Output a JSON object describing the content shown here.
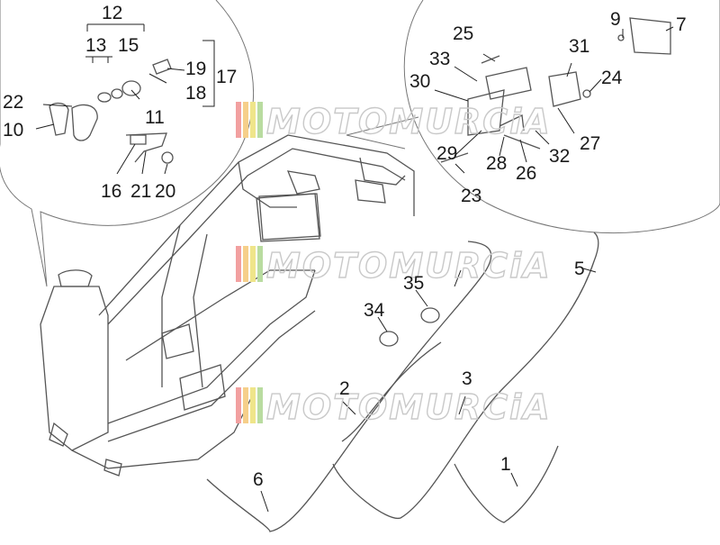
{
  "callouts": {
    "n1": "1",
    "n2": "2",
    "n3": "3",
    "n5": "5",
    "n6": "6",
    "n7": "7",
    "n9": "9",
    "n10": "10",
    "n11": "11",
    "n12": "12",
    "n13": "13",
    "n15": "15",
    "n16": "16",
    "n17": "17",
    "n18": "18",
    "n19": "19",
    "n20": "20",
    "n21": "21",
    "n22": "22",
    "n23": "23",
    "n24": "24",
    "n25": "25",
    "n26": "26",
    "n27": "27",
    "n28": "28",
    "n29": "29",
    "n30": "30",
    "n31": "31",
    "n32": "32",
    "n33": "33",
    "n34": "34",
    "n35": "35"
  },
  "watermark": {
    "text": "MOTOMURCiA"
  },
  "colors": {
    "stripe_red": "#f2a0a0",
    "stripe_orange": "#f6cf8a",
    "stripe_yellow": "#efe58a",
    "stripe_green": "#b9dca0"
  }
}
